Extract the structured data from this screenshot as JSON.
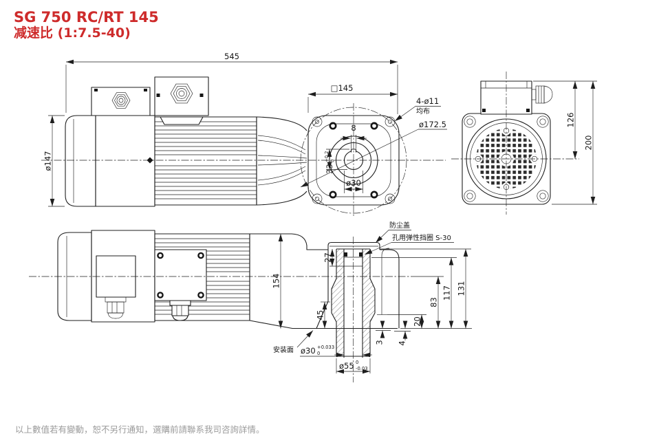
{
  "title": {
    "line1": "SG 750 RC/RT 145",
    "line2": "减速比 (1:7.5-40)"
  },
  "footer": {
    "note": "以上數值若有變動，恕不另行通知，選購前請聯系我司咨詢詳情。"
  },
  "colors": {
    "accent_red": "#ce2b2b",
    "line": "#1e1e1e",
    "muted": "#9b9b9b"
  },
  "top_view": {
    "overall_length": "545",
    "motor_diameter": "ø147",
    "flange_square": "□145",
    "keyway_width": "8",
    "keyway_height": "33",
    "keyway_tol_up": "+0.2",
    "keyway_tol_dn": "0",
    "bore": "ø30",
    "holes_label": "4-ø11",
    "holes_note": "均布",
    "bolt_circle": "ø172.5"
  },
  "end_view": {
    "center_height": "126",
    "total_height": "200"
  },
  "bottom_view": {
    "housing_height": "154",
    "recess_depth": "27",
    "shaft_step": "45",
    "boss_step": "20",
    "center_to_face": "83",
    "height_117": "117",
    "height_131": "131",
    "gap_3": "3",
    "gap_4": "4",
    "bore": "ø30",
    "bore_tol_up": "+0.033",
    "bore_tol_dn": "0",
    "shaft_od": "ø55",
    "od_tol_up": "0",
    "od_tol_dn": "-0.03",
    "dust_cover": "防尘盖",
    "circlip": "孔用弹性挡圈 S-30",
    "mounting_face": "安装面"
  }
}
